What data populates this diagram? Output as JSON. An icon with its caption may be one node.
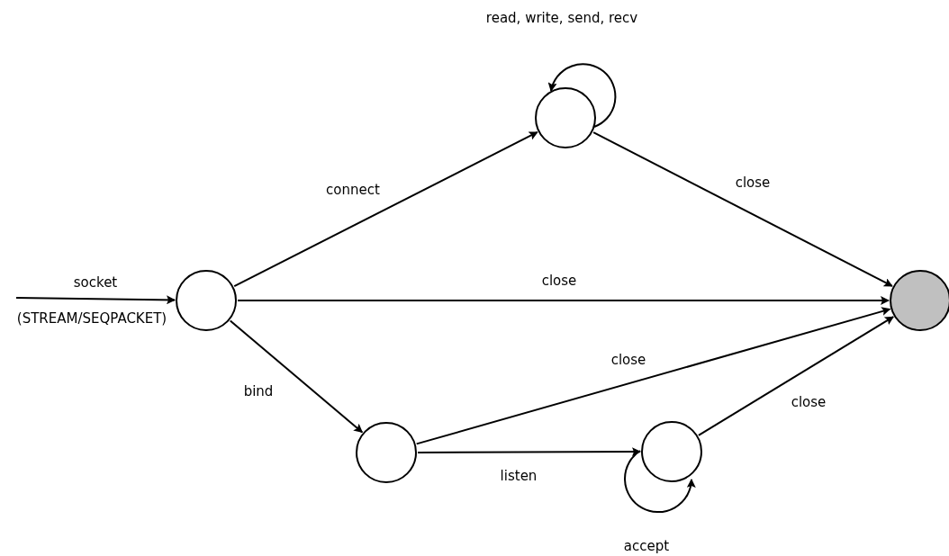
{
  "diagram": {
    "nodes": [
      {
        "text": [],
        "shape": "circle"
      },
      {
        "text": [],
        "shape": "circle"
      },
      {
        "text": [],
        "shape": "circle"
      },
      {
        "text": [],
        "shape": "circle"
      },
      {
        "text": [],
        "shape": "circle"
      }
    ],
    "edges": [
      {
        "from": null,
        "to": 0,
        "arrow": "to",
        "label": "socket"
      },
      {
        "from": 0,
        "to": 1,
        "arrow": "to",
        "label": "connect"
      },
      {
        "from": 1,
        "to": 1,
        "arrow": "to",
        "label": "read, write, send, recv"
      },
      {
        "from": 1,
        "to": 2,
        "arrow": "to",
        "label": "close"
      },
      {
        "from": 0,
        "to": 2,
        "arrow": "to",
        "label": "close"
      },
      {
        "from": 0,
        "to": 3,
        "arrow": "to",
        "label": "bind"
      },
      {
        "from": 3,
        "to": 2,
        "arrow": "to",
        "label": "close"
      },
      {
        "from": 3,
        "to": 4,
        "arrow": "to",
        "label": "listen"
      },
      {
        "from": 4,
        "to": 4,
        "arrow": "to",
        "label": "accept"
      },
      {
        "from": 4,
        "to": 2,
        "arrow": "to",
        "label": "close"
      }
    ],
    "labels": [
      "(STREAM/SEQPACKET)"
    ]
  }
}
